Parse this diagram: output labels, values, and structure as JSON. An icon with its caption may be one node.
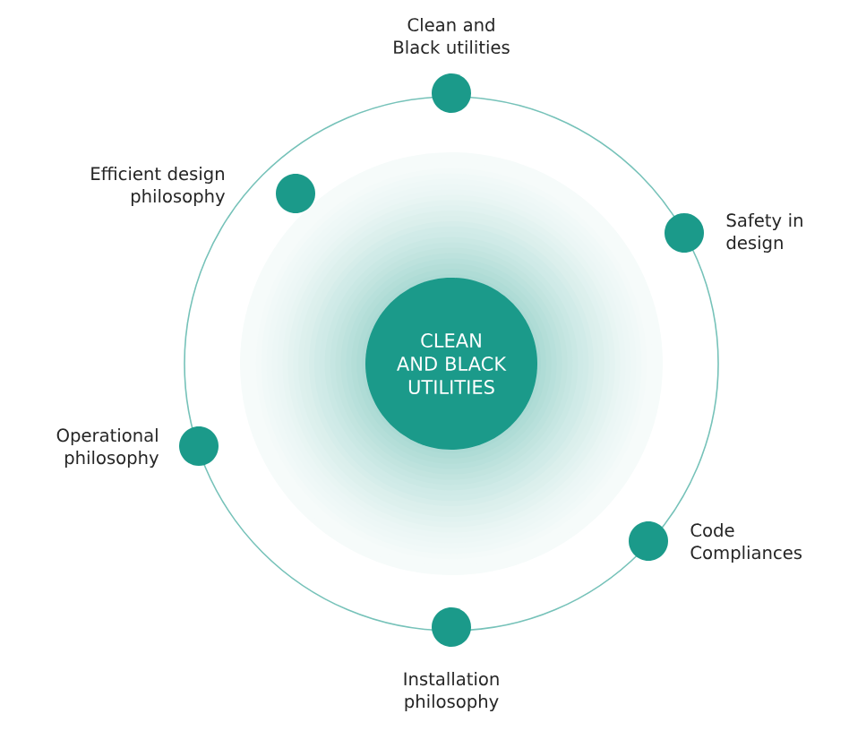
{
  "diagram": {
    "nodes": [
      {
        "text": [
          "CLEAN AND BLACK UTILITIES"
        ]
      },
      {
        "text": [
          "Clean and Black utilities"
        ]
      },
      {
        "text": [
          "Efficient design philosophy"
        ]
      },
      {
        "text": [
          "Safety in design"
        ]
      },
      {
        "text": [
          "Operational philosophy"
        ]
      },
      {
        "text": [
          "Code Compliances"
        ]
      },
      {
        "text": [
          "Installation philosophy"
        ]
      }
    ]
  }
}
